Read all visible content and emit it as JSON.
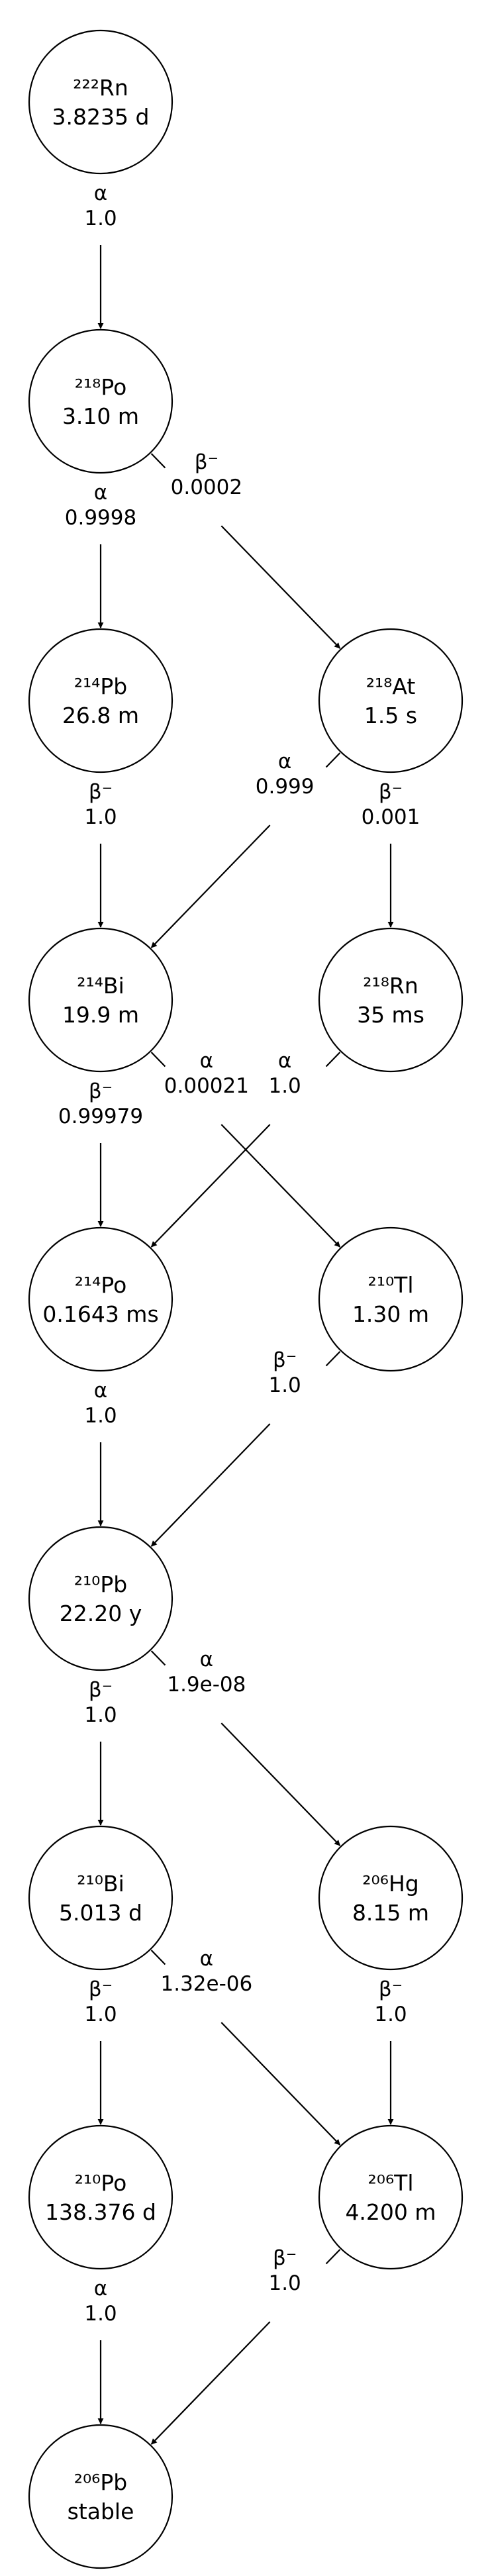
{
  "nodes": [
    {
      "id": "rn222",
      "nuclide": "²²²Rn",
      "half_life": "3.8235 d"
    },
    {
      "id": "po218",
      "nuclide": "²¹⁸Po",
      "half_life": "3.10 m"
    },
    {
      "id": "pb214",
      "nuclide": "²¹⁴Pb",
      "half_life": "26.8 m"
    },
    {
      "id": "at218",
      "nuclide": "²¹⁸At",
      "half_life": "1.5 s"
    },
    {
      "id": "bi214",
      "nuclide": "²¹⁴Bi",
      "half_life": "19.9 m"
    },
    {
      "id": "rn218",
      "nuclide": "²¹⁸Rn",
      "half_life": "35 ms"
    },
    {
      "id": "po214",
      "nuclide": "²¹⁴Po",
      "half_life": "0.1643 ms"
    },
    {
      "id": "tl210",
      "nuclide": "²¹⁰Tl",
      "half_life": "1.30 m"
    },
    {
      "id": "pb210",
      "nuclide": "²¹⁰Pb",
      "half_life": "22.20 y"
    },
    {
      "id": "bi210",
      "nuclide": "²¹⁰Bi",
      "half_life": "5.013 d"
    },
    {
      "id": "hg206",
      "nuclide": "²⁰⁶Hg",
      "half_life": "8.15 m"
    },
    {
      "id": "po210",
      "nuclide": "²¹⁰Po",
      "half_life": "138.376 d"
    },
    {
      "id": "tl206",
      "nuclide": "²⁰⁶Tl",
      "half_life": "4.200 m"
    },
    {
      "id": "pb206",
      "nuclide": "²⁰⁶Pb",
      "half_life": "stable"
    }
  ],
  "edges": [
    {
      "from": "rn222",
      "to": "po218",
      "mode": "α",
      "ratio": "1.0"
    },
    {
      "from": "po218",
      "to": "pb214",
      "mode": "α",
      "ratio": "0.9998"
    },
    {
      "from": "po218",
      "to": "at218",
      "mode": "β⁻",
      "ratio": "0.0002"
    },
    {
      "from": "pb214",
      "to": "bi214",
      "mode": "β⁻",
      "ratio": "1.0"
    },
    {
      "from": "at218",
      "to": "bi214",
      "mode": "α",
      "ratio": "0.999"
    },
    {
      "from": "at218",
      "to": "rn218",
      "mode": "β⁻",
      "ratio": "0.001"
    },
    {
      "from": "bi214",
      "to": "po214",
      "mode": "β⁻",
      "ratio": "0.99979"
    },
    {
      "from": "bi214",
      "to": "tl210",
      "mode": "α",
      "ratio": "0.00021"
    },
    {
      "from": "rn218",
      "to": "po214",
      "mode": "α",
      "ratio": "1.0"
    },
    {
      "from": "po214",
      "to": "pb210",
      "mode": "α",
      "ratio": "1.0"
    },
    {
      "from": "tl210",
      "to": "pb210",
      "mode": "β⁻",
      "ratio": "1.0"
    },
    {
      "from": "pb210",
      "to": "bi210",
      "mode": "β⁻",
      "ratio": "1.0"
    },
    {
      "from": "pb210",
      "to": "hg206",
      "mode": "α",
      "ratio": "1.9e-08"
    },
    {
      "from": "bi210",
      "to": "po210",
      "mode": "β⁻",
      "ratio": "1.0"
    },
    {
      "from": "bi210",
      "to": "tl206",
      "mode": "α",
      "ratio": "1.32e-06"
    },
    {
      "from": "hg206",
      "to": "tl206",
      "mode": "β⁻",
      "ratio": "1.0"
    },
    {
      "from": "po210",
      "to": "pb206",
      "mode": "α",
      "ratio": "1.0"
    },
    {
      "from": "tl206",
      "to": "pb206",
      "mode": "β⁻",
      "ratio": "1.0"
    }
  ]
}
